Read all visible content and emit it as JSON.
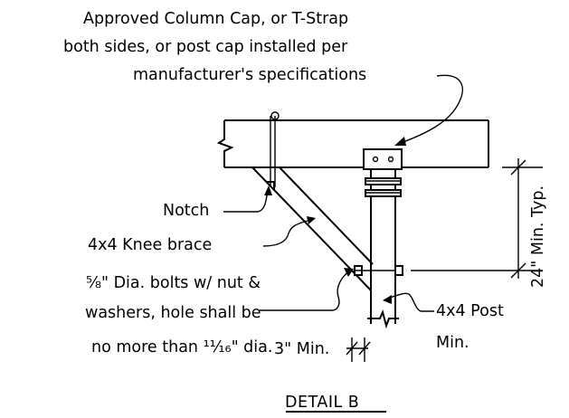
{
  "labels": {
    "cap_line1": "Approved Column Cap, or T-Strap",
    "cap_line2": "both sides, or post cap installed per",
    "cap_line3": "manufacturer's specifications",
    "notch": "Notch",
    "knee_brace": "4x4 Knee brace",
    "bolts_line1": "⅝\" Dia. bolts w/ nut &",
    "bolts_line2": "washers, hole shall be",
    "bolts_line3": "no more than ¹¹⁄₁₆\" dia.",
    "min_3": "3\" Min.",
    "post_line1": "4x4 Post",
    "post_line2": "Min.",
    "min_24": "24\" Min. Typ.",
    "detail": "DETAIL B"
  }
}
